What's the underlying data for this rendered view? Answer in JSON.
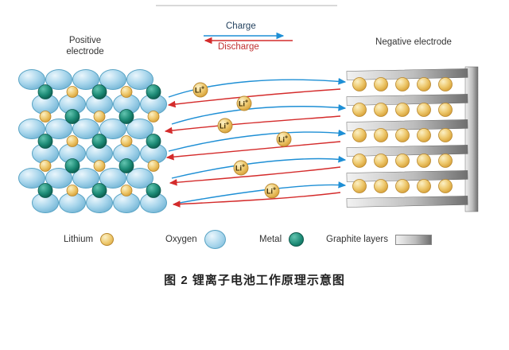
{
  "figure": {
    "caption": "图 2 锂离子电池工作原理示意图"
  },
  "diagram": {
    "positive_electrode": "Positive electrode",
    "negative_electrode": "Negative electrode",
    "charge": "Charge",
    "discharge": "Discharge",
    "ion": {
      "base": "Li",
      "sup": "+"
    }
  },
  "legend": {
    "items": [
      {
        "label": "Lithium",
        "swatch": "lithium-circle",
        "color": "#eec96e"
      },
      {
        "label": "Oxygen",
        "swatch": "oxygen-circle",
        "color": "#a9d6ec"
      },
      {
        "label": "Metal",
        "swatch": "metal-circle",
        "color": "#17806e"
      },
      {
        "label": "Graphite layers",
        "swatch": "graphite-bar",
        "color": "#9a9a9a"
      }
    ]
  },
  "colors": {
    "charge_arrow": "#1e8fd5",
    "discharge_arrow": "#d42b2b",
    "oxygen_sphere": "#a9d6ec",
    "metal_sphere": "#17806e",
    "lithium_sphere": "#eec96e",
    "graphite": "#9a9a9a"
  }
}
